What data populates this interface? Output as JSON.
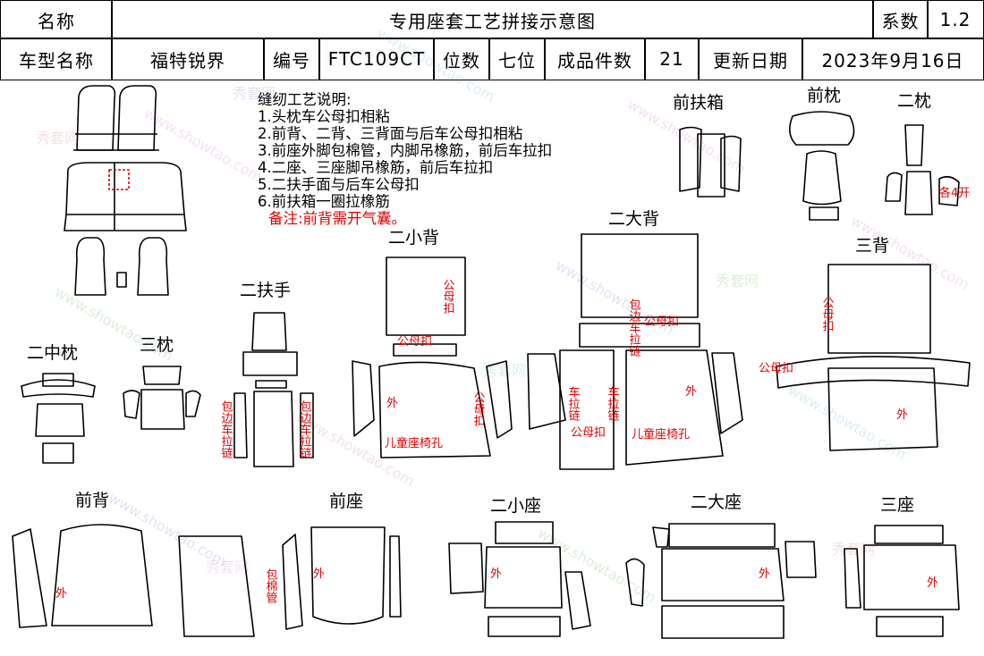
{
  "header": {
    "name_label": "名称",
    "title": "专用座套工艺拼接示意图",
    "coef_label": "系数",
    "coef_value": "1.2",
    "model_label": "车型名称",
    "model_value": "福特锐界",
    "code_label": "编号",
    "code_value": "FTC109CT",
    "seats_label": "位数",
    "seats_value": "七位",
    "pieces_label": "成品件数",
    "pieces_value": "21",
    "date_label": "更新日期",
    "date_value": "2023年9月16日"
  },
  "instructions": {
    "title": "缝纫工艺说明:",
    "items": [
      "1.头枕车公母扣相粘",
      "2.前背、二背、三背面与后车公母扣相粘",
      "3.前座外脚包棉管，内脚吊橡筋，前后车拉扣",
      "4.二座、三座脚吊橡筋，前后车拉扣",
      "5.二扶手面与后车公母扣",
      "6.前扶箱一圈拉橡筋"
    ],
    "note": "备注:前背需开气囊。"
  },
  "labels": {
    "front_armbox": "前扶箱",
    "front_headrest": "前枕",
    "second_headrest": "二枕",
    "second_big_back": "二大背",
    "third_back": "三背",
    "second_small_back": "二小背",
    "second_armrest": "二扶手",
    "second_middle_headrest": "二中枕",
    "third_headrest": "三枕",
    "front_back": "前背",
    "front_seat": "前座",
    "second_small_seat": "二小座",
    "second_big_seat": "二大座",
    "third_seat": "三座"
  },
  "annotations": {
    "open4": "各4开",
    "male_female_clasp": "公母扣",
    "outer": "外",
    "child_seat_hole": "儿童座椅孔",
    "car_zipper": "车拉链",
    "wrap_edge_car_zipper": "包边车拉链",
    "wrap_cotton_pipe": "包棉管"
  },
  "watermark": {
    "text_cn": "秀套网",
    "text_en": "www.showtao.com"
  },
  "colors": {
    "line": "#000000",
    "annotation": "#e00000"
  }
}
